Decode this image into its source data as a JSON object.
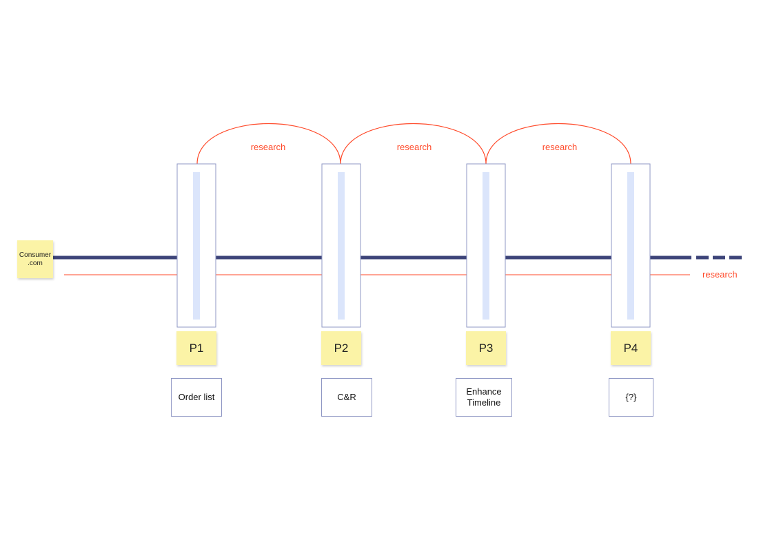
{
  "colors": {
    "track": "#3d4479",
    "research": "#ff4a2a",
    "pillar_border": "#8f97c4",
    "pillar_inner": "#dbe5fb",
    "sticky": "#fbf3a6"
  },
  "source": {
    "label_line1": "Consumer",
    "label_line2": ".com"
  },
  "research_labels": [
    "research",
    "research",
    "research"
  ],
  "research_line_label": "research",
  "phases": [
    {
      "label": "P1",
      "deliverable": "Order list"
    },
    {
      "label": "P2",
      "deliverable": "C&R"
    },
    {
      "label": "P3",
      "deliverable": "Enhance Timeline"
    },
    {
      "label": "P4",
      "deliverable": "{?}"
    }
  ]
}
